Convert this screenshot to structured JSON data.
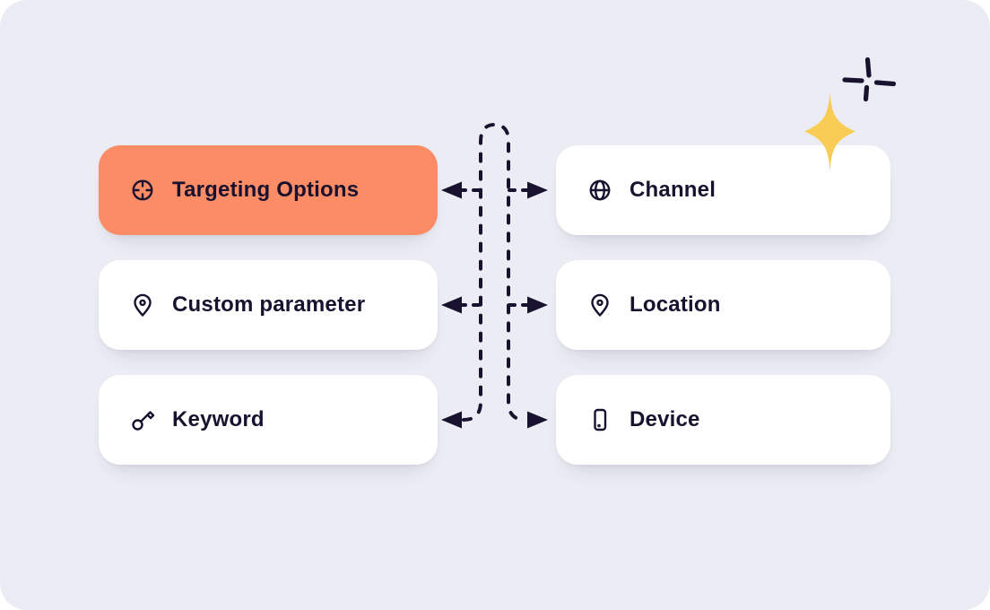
{
  "diagram": {
    "left_cards": [
      {
        "label": "Targeting Options",
        "icon": "target-icon",
        "variant": "highlight"
      },
      {
        "label": "Custom parameter",
        "icon": "map-pin-icon",
        "variant": "default"
      },
      {
        "label": "Keyword",
        "icon": "key-icon",
        "variant": "default"
      }
    ],
    "right_cards": [
      {
        "label": "Channel",
        "icon": "globe-icon",
        "variant": "default"
      },
      {
        "label": "Location",
        "icon": "map-pin-icon",
        "variant": "default"
      },
      {
        "label": "Device",
        "icon": "smartphone-icon",
        "variant": "default"
      }
    ],
    "connector": {
      "style": "dashed",
      "shape": "two vertical dashed lines joined by a rounded arch at top, splaying outward at bottom",
      "arrow_rows": 3,
      "arrow_directions": [
        "left",
        "right"
      ]
    }
  },
  "decorations": {
    "sparkle_star": "four-point-star",
    "sparkle_plus": "plus-twinkle"
  },
  "colors": {
    "background": "#ECEDF4",
    "outer_background": "#FFFFFF",
    "card": "#FFFFFF",
    "highlight": "#FC8C66",
    "ink": "#18122F",
    "sparkle_yellow": "#F9CC55"
  }
}
